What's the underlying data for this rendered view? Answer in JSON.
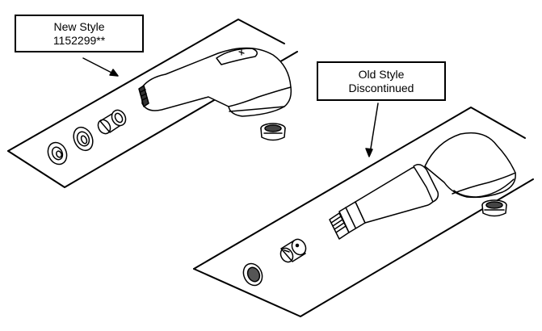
{
  "callouts": {
    "new_style": {
      "line1": "New Style",
      "line2": "1152299**"
    },
    "old_style": {
      "line1": "Old Style",
      "line2": "Discontinued"
    }
  },
  "colors": {
    "line": "#000000",
    "fill": "#ffffff",
    "shade": "#444444"
  }
}
